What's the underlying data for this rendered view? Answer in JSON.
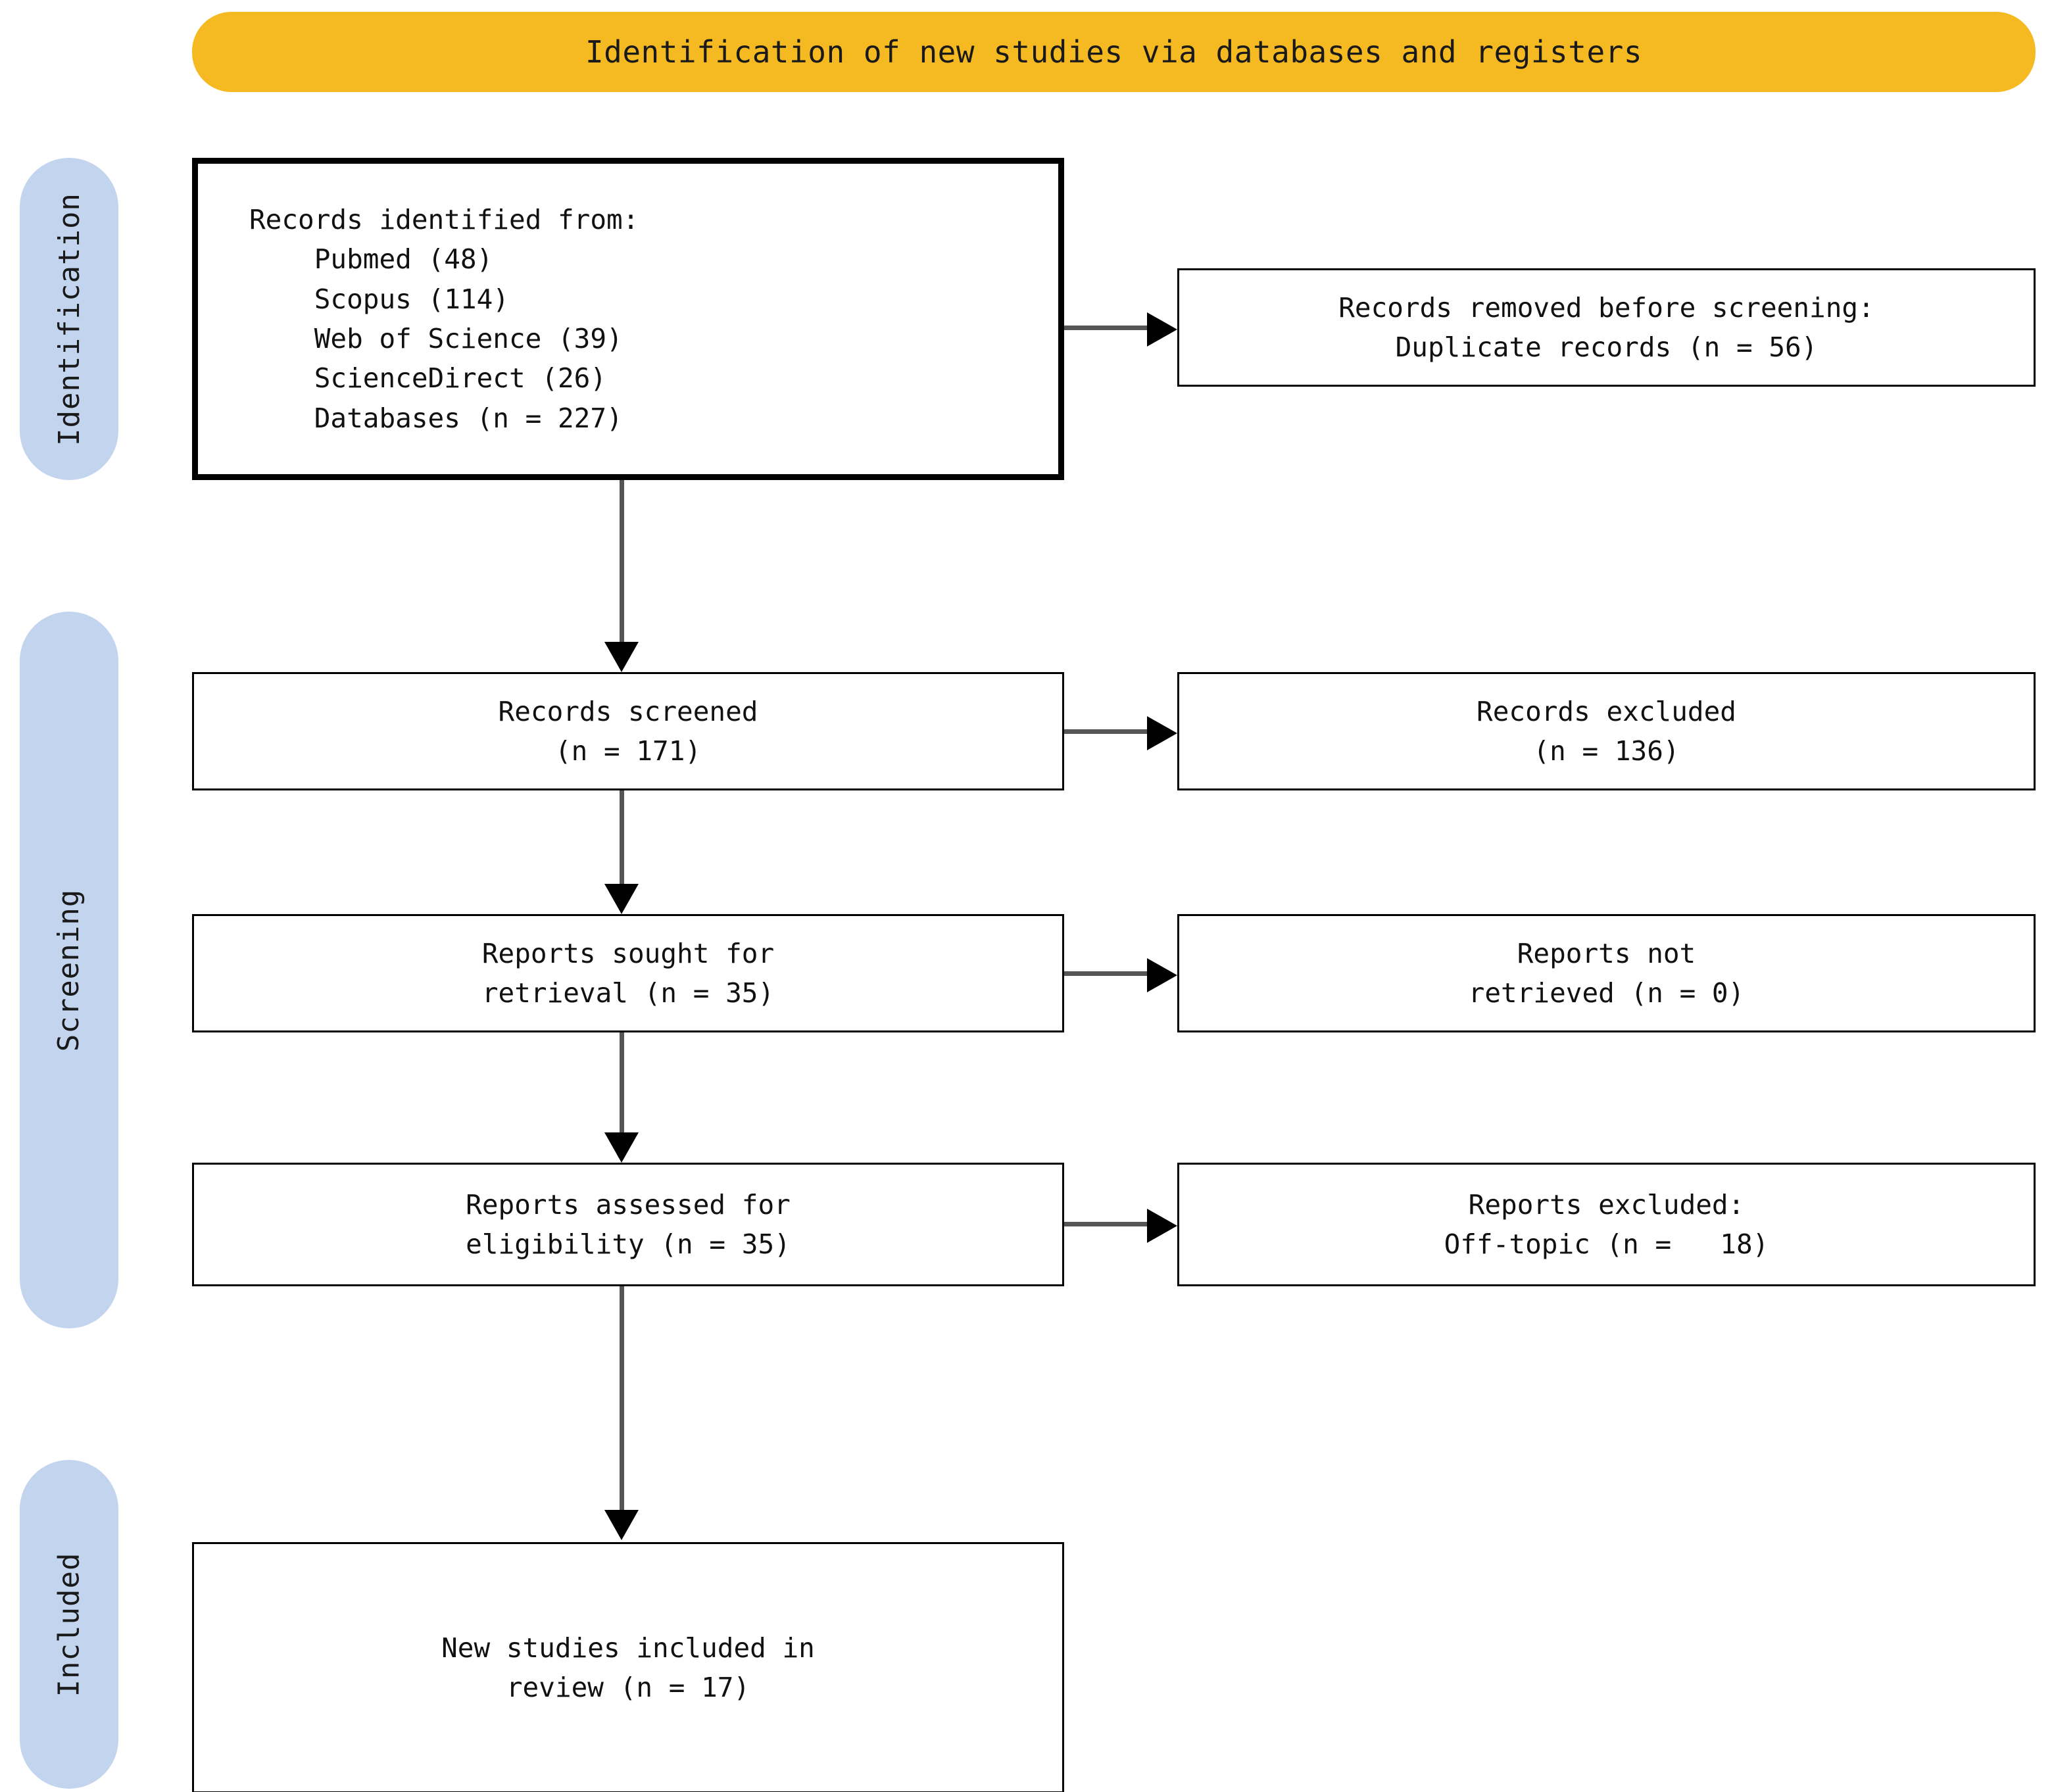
{
  "banner": {
    "title": "Identification of new studies via databases and registers",
    "color": "#F5B921"
  },
  "phases": {
    "color": "#C3D4EF",
    "identification": "Identification",
    "screening": "Screening",
    "included": "Included"
  },
  "boxes": {
    "identified": "Records identified from:\n    Pubmed (48)\n    Scopus (114)\n    Web of Science (39)\n    ScienceDirect (26)\n    Databases (n = 227)",
    "removed": "Records removed before screening:\nDuplicate records (n = 56)",
    "screened": "Records screened\n(n = 171)",
    "excluded": "Records excluded\n(n = 136)",
    "sought": "Reports sought for\nretrieval (n = 35)",
    "not_retrieved": "Reports not\nretrieved (n = 0)",
    "assessed": "Reports assessed for\neligibility (n = 35)",
    "reports_excluded": "Reports excluded:\nOff-topic (n =   18)",
    "included": "New studies included in\nreview (n = 17)"
  },
  "chart_data": {
    "type": "table",
    "title": "Identification of new studies via databases and registers",
    "stages": [
      {
        "phase": "Identification",
        "label": "Records identified from databases",
        "n": 227,
        "sources": [
          {
            "name": "Pubmed",
            "n": 48
          },
          {
            "name": "Scopus",
            "n": 114
          },
          {
            "name": "Web of Science",
            "n": 39
          },
          {
            "name": "ScienceDirect",
            "n": 26
          }
        ]
      },
      {
        "phase": "Identification",
        "label": "Records removed before screening: Duplicate records",
        "n": 56
      },
      {
        "phase": "Screening",
        "label": "Records screened",
        "n": 171
      },
      {
        "phase": "Screening",
        "label": "Records excluded",
        "n": 136
      },
      {
        "phase": "Screening",
        "label": "Reports sought for retrieval",
        "n": 35
      },
      {
        "phase": "Screening",
        "label": "Reports not retrieved",
        "n": 0
      },
      {
        "phase": "Screening",
        "label": "Reports assessed for eligibility",
        "n": 35
      },
      {
        "phase": "Screening",
        "label": "Reports excluded: Off-topic",
        "n": 18
      },
      {
        "phase": "Included",
        "label": "New studies included in review",
        "n": 17
      }
    ]
  }
}
